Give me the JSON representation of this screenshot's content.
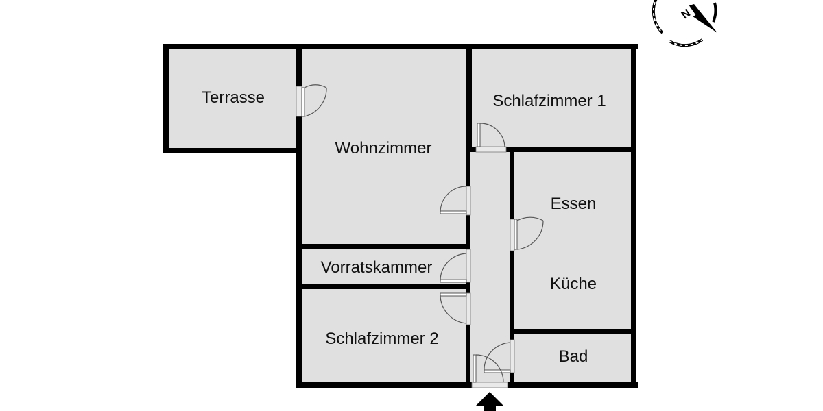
{
  "rooms": {
    "terrasse": "Terrasse",
    "wohnzimmer": "Wohnzimmer",
    "schlafzimmer1": "Schlafzimmer 1",
    "essen": "Essen",
    "kueche": "Küche",
    "vorratskammer": "Vorratskammer",
    "schlafzimmer2": "Schlafzimmer 2",
    "bad": "Bad"
  },
  "compass": {
    "letter": "N"
  },
  "icons": {
    "compass": "compass-icon",
    "entrance": "entrance-arrow-icon",
    "door": "door-icon"
  },
  "colors": {
    "wall": "#000000",
    "floor": "#e0e0e0",
    "door_line": "#555555"
  }
}
